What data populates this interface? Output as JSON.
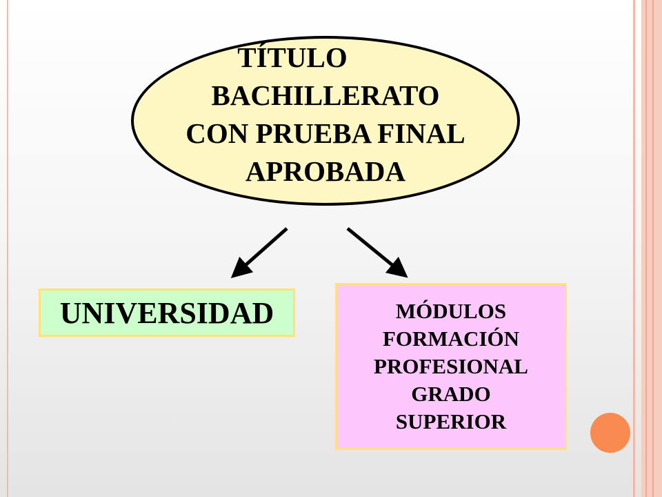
{
  "colors": {
    "ellipse_fill": "#fdf7c3",
    "universidad_fill": "#ccffcc",
    "modulos_fill": "#fcc8fc",
    "box_border": "#ffe27a",
    "accent_circle": "#f98a50",
    "frame_lines": "#f2b8a8"
  },
  "diagram": {
    "root": {
      "lines": [
        "TÍTULO",
        "BACHILLERATO",
        "CON PRUEBA FINAL",
        "APROBADA"
      ]
    },
    "left_child": {
      "label": "UNIVERSIDAD"
    },
    "right_child": {
      "lines": [
        "MÓDULOS",
        "FORMACIÓN",
        "PROFESIONAL",
        "GRADO",
        "SUPERIOR"
      ]
    }
  }
}
